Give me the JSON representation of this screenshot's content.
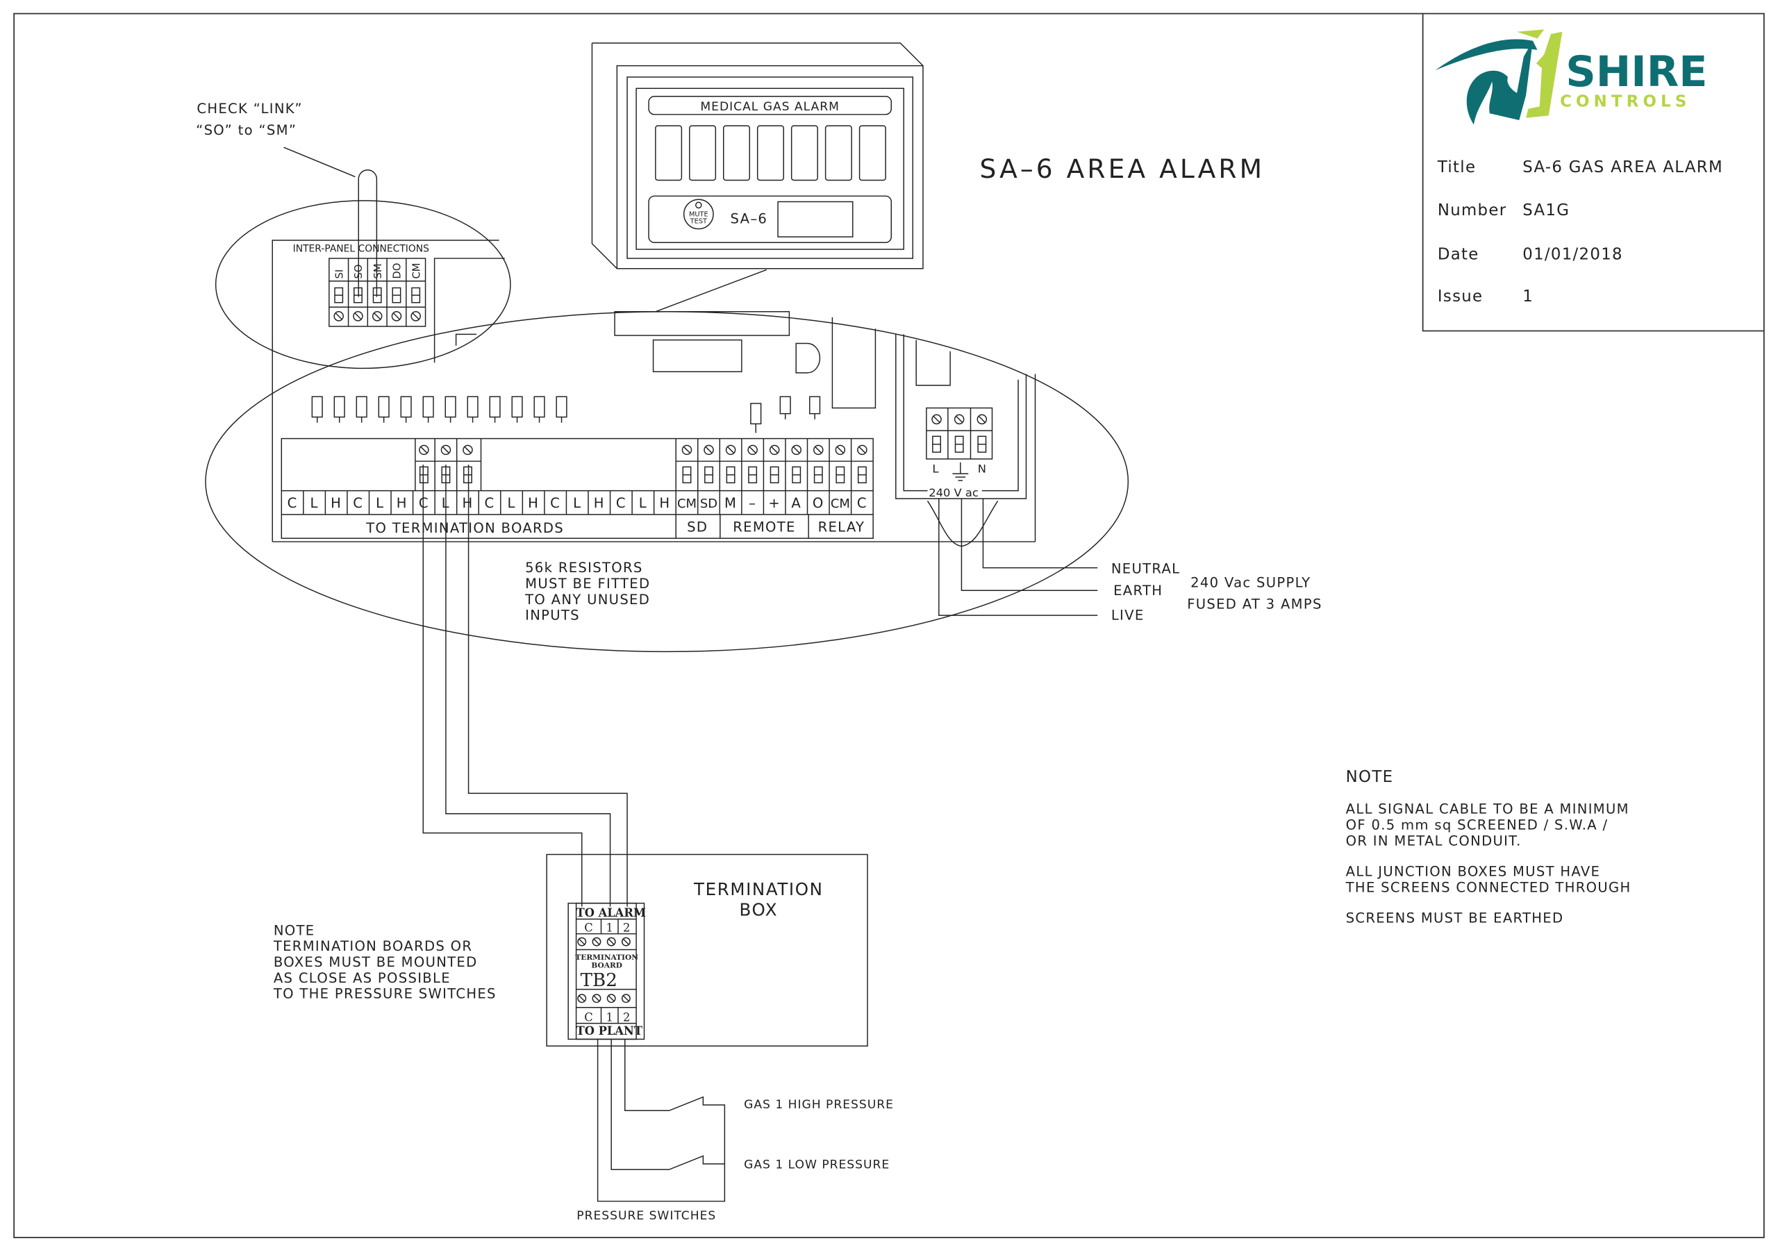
{
  "title_block": {
    "logo": {
      "word1": "SHIRE",
      "word2": "CONTROLS",
      "teal": "#0f6e72",
      "lime": "#b5d443"
    },
    "rows": [
      {
        "label": "Title",
        "value": "SA-6 GAS AREA ALARM"
      },
      {
        "label": "Number",
        "value": "SA1G"
      },
      {
        "label": "Date",
        "value": "01/01/2018"
      },
      {
        "label": "Issue",
        "value": "1"
      }
    ]
  },
  "drawing_title": "SA–6 AREA ALARM",
  "alarm_unit": {
    "header": "MEDICAL GAS ALARM",
    "mute_label_1": "MUTE",
    "mute_label_2": "TEST",
    "model": "SA–6"
  },
  "link_note": {
    "line1": "CHECK “LINK”",
    "line2": "“SO” to “SM”"
  },
  "inter_panel": {
    "title": "INTER-PANEL CONNECTIONS",
    "terminals": [
      "SI",
      "SO",
      "SM",
      "DO",
      "CM"
    ]
  },
  "terminal_strip": {
    "left_labels": [
      "C",
      "L",
      "H",
      "C",
      "L",
      "H",
      "C",
      "L",
      "H",
      "C",
      "L",
      "H",
      "C",
      "L",
      "H",
      "C",
      "L",
      "H"
    ],
    "right_labels": [
      "CM",
      "SD",
      "M",
      "–",
      "+",
      "A",
      "O",
      "CM",
      "C"
    ],
    "groups": {
      "termination": "TO TERMINATION BOARDS",
      "sd": "SD",
      "remote": "REMOTE",
      "relay": "RELAY"
    }
  },
  "power": {
    "l": "L",
    "n": "N",
    "voltage": "240 V ac",
    "neutral": "NEUTRAL",
    "earth": "EARTH",
    "live": "LIVE",
    "supply_1": "240 Vac SUPPLY",
    "supply_2": "FUSED AT 3 AMPS"
  },
  "resistor_note": [
    "56k RESISTORS",
    "MUST BE FITTED",
    "TO ANY UNUSED",
    "INPUTS"
  ],
  "termination_box": {
    "title_1": "TERMINATION",
    "title_2": "BOX",
    "to_alarm": "TO ALARM",
    "to_plant": "TO PLANT",
    "cols": [
      "C",
      "1",
      "2"
    ],
    "board_1": "TERMINATION",
    "board_2": "BOARD",
    "board_id": "TB2"
  },
  "switches": {
    "high": "GAS 1 HIGH PRESSURE",
    "low": "GAS 1 LOW PRESSURE",
    "caption": "PRESSURE SWITCHES"
  },
  "left_note": [
    "NOTE",
    "TERMINATION BOARDS OR",
    "BOXES MUST BE MOUNTED",
    "AS CLOSE AS POSSIBLE",
    "TO THE PRESSURE SWITCHES"
  ],
  "right_note": {
    "heading": "NOTE",
    "lines": [
      "ALL SIGNAL CABLE TO BE A MINIMUM",
      "OF 0.5 mm sq SCREENED / S.W.A /",
      "OR IN METAL CONDUIT.",
      "ALL JUNCTION BOXES MUST HAVE",
      "THE SCREENS CONNECTED THROUGH",
      "SCREENS MUST BE EARTHED"
    ]
  }
}
